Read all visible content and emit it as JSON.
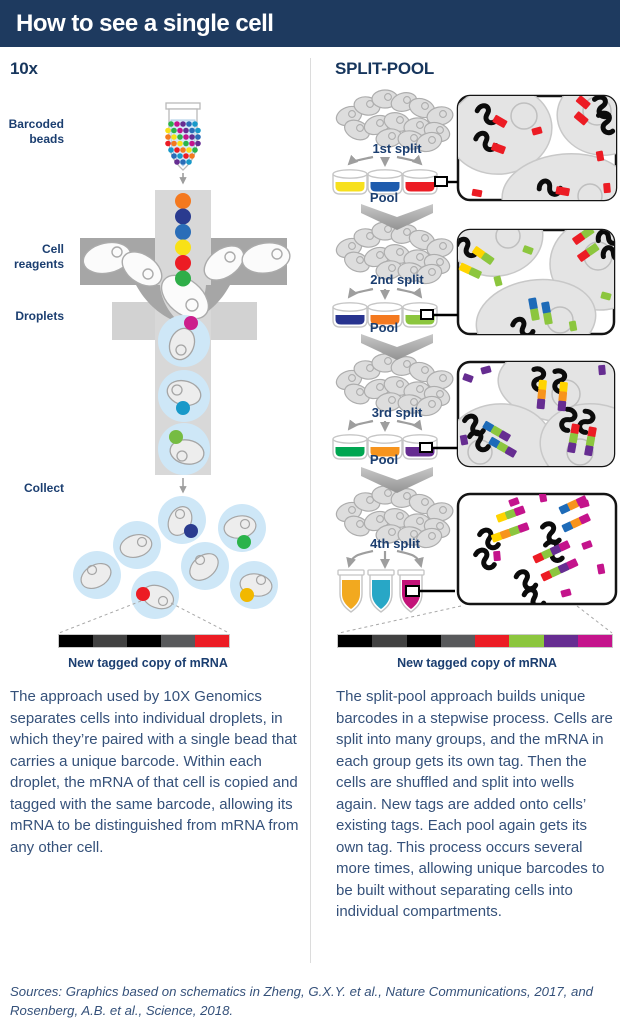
{
  "header": {
    "title": "How to see a single cell",
    "bg": "#1E3A5F"
  },
  "columns": {
    "left": {
      "heading": "10x",
      "labels": {
        "barcoded_beads": "Barcoded beads",
        "cell_reagents": "Cell reagents",
        "droplets": "Droplets",
        "collect": "Collect"
      },
      "tube_bead_colors": [
        "#EC1C24",
        "#2BB34A",
        "#2A6DB8",
        "#F4791F",
        "#C4148C",
        "#1899C9",
        "#F8E117",
        "#662D91"
      ],
      "channel_beads": [
        "#F4791F",
        "#2A3B8F",
        "#2A6DB8",
        "#F8E117",
        "#EC1C24",
        "#2FAE49"
      ],
      "droplet_beads": [
        "#CC1E8C",
        "#1899C9",
        "#76BC43"
      ],
      "collect_beads": [
        "#2A3B8F",
        "#2BB34A",
        "#F2B800",
        "#EC1C24"
      ],
      "barcode": [
        "#000000",
        "#414141",
        "#000000",
        "#58595B",
        "#EC1C24"
      ],
      "caption": "New tagged copy of mRNA",
      "paragraph": "The approach used by 10X Genomics separates cells into individual droplets, in which they’re paired with a single bead that carries a unique barcode. Within each droplet, the mRNA of that cell is copied and tagged with the same barcode, allowing its mRNA to be distinguished from mRNA from any other cell."
    },
    "right": {
      "heading": "SPLIT-POOL",
      "stages": [
        {
          "label": "1st split",
          "pool_label": "Pool",
          "wells": [
            "#F7E01D",
            "#1F5CAD",
            "#EC1C24"
          ]
        },
        {
          "label": "2nd split",
          "pool_label": "Pool",
          "wells": [
            "#27338F",
            "#F4791F",
            "#8CC63E"
          ]
        },
        {
          "label": "3rd split",
          "pool_label": "Pool",
          "wells": [
            "#00A651",
            "#F7941D",
            "#662D91"
          ]
        },
        {
          "label": "4th split",
          "wells": [
            "#F2A91F",
            "#28A7C6",
            "#C31379"
          ]
        }
      ],
      "tag_palette": {
        "red": "#EC1C24",
        "yellow": "#FFD400",
        "green": "#8CC63E",
        "blue": "#1E6BB8",
        "orange": "#F7941D",
        "purple": "#662D91",
        "magenta": "#C4148C"
      },
      "boxes": [
        {
          "combos": [
            [
              "red"
            ]
          ],
          "loose": "red"
        },
        {
          "combos": [
            [
              "yellow",
              "green"
            ],
            [
              "red",
              "green"
            ],
            [
              "blue",
              "green"
            ]
          ],
          "loose": "green"
        },
        {
          "combos": [
            [
              "yellow",
              "orange",
              "purple"
            ],
            [
              "blue",
              "green",
              "purple"
            ],
            [
              "red",
              "green",
              "purple"
            ]
          ],
          "loose": "purple"
        },
        {
          "combos": [
            [
              "yellow",
              "green",
              "magenta"
            ],
            [
              "yellow",
              "orange",
              "green",
              "magenta"
            ],
            [
              "blue",
              "orange",
              "magenta"
            ],
            [
              "red",
              "green",
              "purple",
              "magenta"
            ]
          ],
          "loose": "magenta"
        }
      ],
      "barcode": [
        "#000000",
        "#414141",
        "#000000",
        "#58595B",
        "#EC1C24",
        "#8CC63E",
        "#662D91",
        "#C4148C"
      ],
      "caption": "New tagged copy of mRNA",
      "paragraph": "The split-pool approach builds unique barcodes in a stepwise process. Cells are split into many groups, and the mRNA in each group gets its own tag. Then the cells are shuffled and split into wells again. New tags are added onto cells’ existing tags. Each pool again gets its own tag. This process occurs several more times, allowing unique barcodes to be built without separating cells into individual compartments."
    }
  },
  "footer": {
    "sources": "Sources: Graphics based on schematics in Zheng, G.X.Y. et al., Nature Communications, 2017, and Rosenberg, A.B. et al., Science, 2018."
  }
}
